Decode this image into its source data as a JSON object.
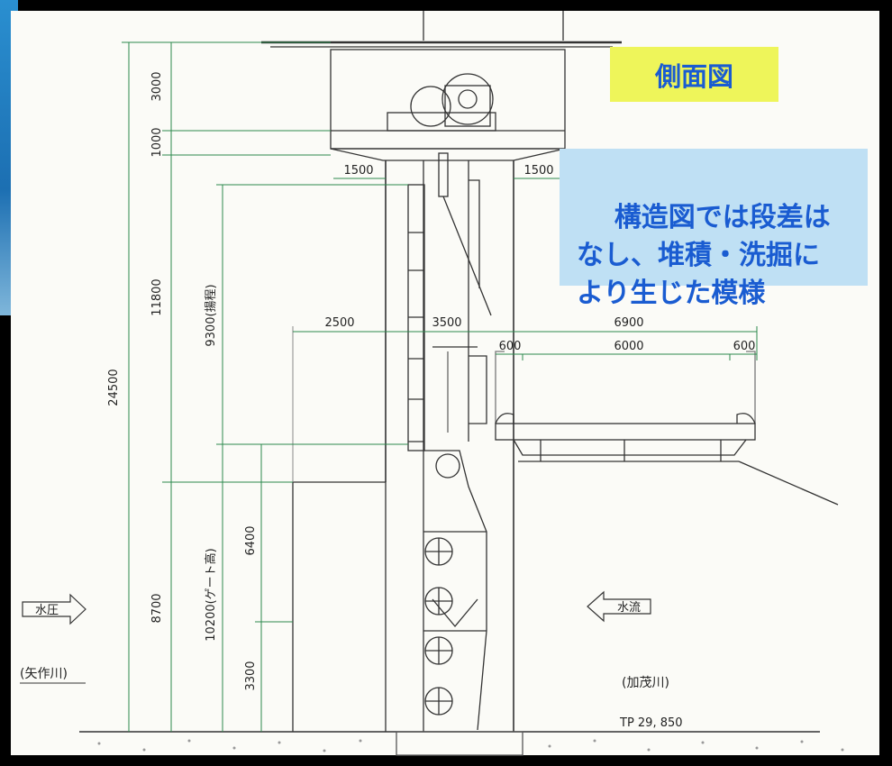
{
  "title": "側面図",
  "note": "構造図では段差は\nなし、堆積・洗掘に\nより生じた模様",
  "dimensions": {
    "total_height": "24500",
    "top_3000": "3000",
    "top_1000": "1000",
    "upper_11800": "11800",
    "lower_8700": "8700",
    "hoist_9300": "9300(揚程)",
    "gate_10200": "10200(ゲート高)",
    "d6400": "6400",
    "d3300": "3300",
    "left_1500": "1500",
    "right_1500": "1500",
    "w2500": "2500",
    "w3500": "3500",
    "w6900": "6900",
    "w600a": "600",
    "w6000": "6000",
    "w600b": "600"
  },
  "labels": {
    "water_pressure": "水圧",
    "water_flow": "水流",
    "left_river": "(矢作川)",
    "right_river": "(加茂川)",
    "tp_level": "TP 29, 850"
  }
}
